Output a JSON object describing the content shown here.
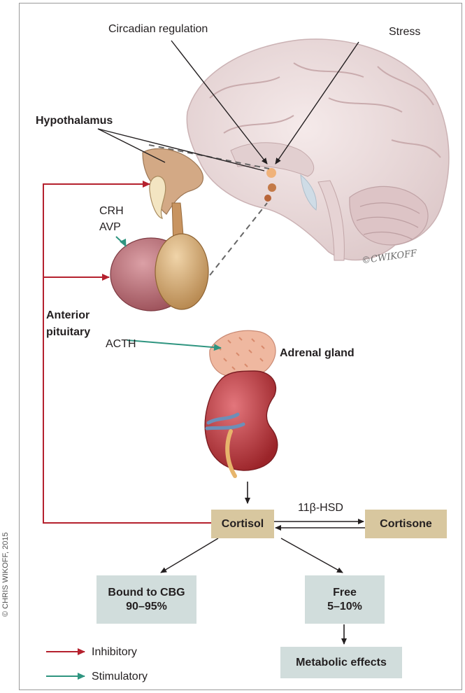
{
  "labels": {
    "circadian": "Circadian regulation",
    "stress": "Stress",
    "hypothalamus": "Hypothalamus",
    "crh": "CRH",
    "avp": "AVP",
    "anterior_pituitary_1": "Anterior",
    "anterior_pituitary_2": "pituitary",
    "acth": "ACTH",
    "adrenal_gland": "Adrenal gland",
    "enzyme": "11β-HSD",
    "signature": "©CWIKOFF"
  },
  "boxes": {
    "cortisol": "Cortisol",
    "cortisone": "Cortisone",
    "bound_line1": "Bound to CBG",
    "bound_line2": "90–95%",
    "free_line1": "Free",
    "free_line2": "5–10%",
    "metabolic": "Metabolic effects"
  },
  "legend": {
    "inhibitory": "Inhibitory",
    "stimulatory": "Stimulatory"
  },
  "credit": "© CHRIS WIKOFF, 2015",
  "colors": {
    "inhibitory": "#b5212e",
    "stimulatory": "#2f9580",
    "box_tan": "#d8c79f",
    "box_gray": "#d1dddc"
  }
}
